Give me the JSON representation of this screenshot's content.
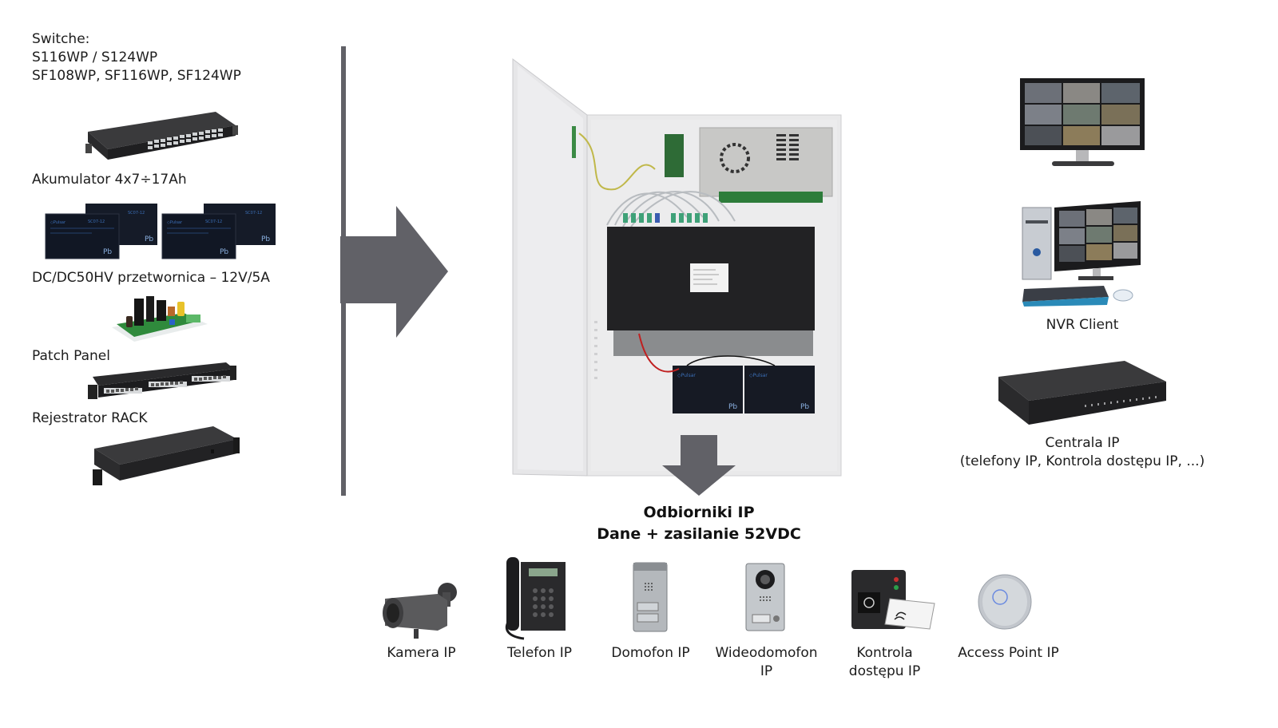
{
  "left_column": {
    "switches": {
      "heading": "Switche:",
      "line1": "S116WP / S124WP",
      "line2": "SF108WP, SF116WP, SF124WP"
    },
    "battery": {
      "label": "Akumulator 4x7÷17Ah"
    },
    "converter": {
      "label": "DC/DC50HV przetwornica – 12V/5A"
    },
    "patch_panel": {
      "label": "Patch Panel"
    },
    "recorder": {
      "label": "Rejestrator RACK"
    }
  },
  "right_column": {
    "nvr_client": {
      "label": "NVR Client"
    },
    "pbx": {
      "label": "Centrala IP",
      "sublabel": "(telefony IP, Kontrola dostępu IP, ...)"
    }
  },
  "receivers": {
    "title": "Odbiorniki IP",
    "subtitle": "Dane + zasilanie 52VDC",
    "devices": [
      {
        "icon": "ip-camera-icon",
        "label": "Kamera IP"
      },
      {
        "icon": "ip-phone-icon",
        "label": "Telefon IP"
      },
      {
        "icon": "intercom-icon",
        "label": "Domofon IP"
      },
      {
        "icon": "video-intercom-icon",
        "label": "Wideodomofon",
        "label2": "IP"
      },
      {
        "icon": "access-control-icon",
        "label": "Kontrola",
        "label2": "dostępu IP"
      },
      {
        "icon": "access-point-icon",
        "label": "Access Point IP"
      }
    ]
  },
  "colors": {
    "arrow": "#616167",
    "divider": "#616167",
    "cabinet": "#e9e9e9",
    "device_dark": "#2a2a2c"
  }
}
